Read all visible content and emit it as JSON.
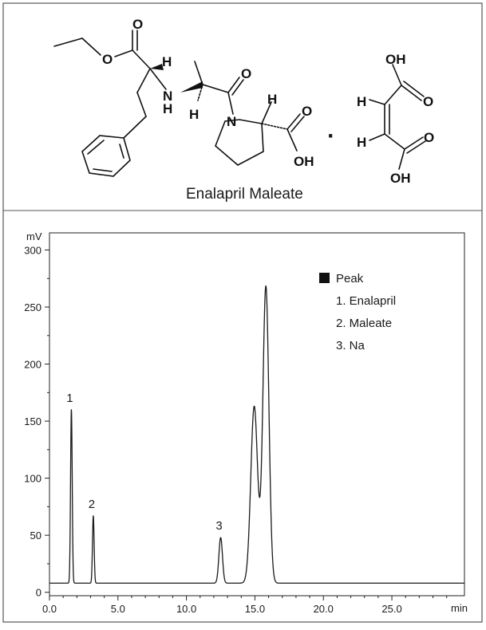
{
  "structure": {
    "compound_name": "Enalapril Maleate",
    "separator_dot": "·",
    "atoms": {
      "o_ester_carbonyl": "O",
      "o_ester": "O",
      "h_alpha1": "H",
      "n_amine": "N",
      "h_amine": "H",
      "h_alpha2": "H",
      "o_amide": "O",
      "n_pro": "N",
      "h_pro": "H",
      "o_acid": "O",
      "oh_acid": "OH",
      "maleate_oh_top": "OH",
      "maleate_o_top": "O",
      "maleate_h_top": "H",
      "maleate_h_bottom": "H",
      "maleate_o_bottom": "O",
      "maleate_oh_bottom": "OH"
    }
  },
  "chart_data": {
    "type": "line",
    "ylabel": "mV",
    "xlabel": "min",
    "xlim": [
      0,
      30.3
    ],
    "ylim": [
      -3,
      315
    ],
    "x_ticks": [
      0.0,
      5.0,
      10.0,
      15.0,
      20.0,
      25.0
    ],
    "x_tick_labels": [
      "0.0",
      "5.0",
      "10.0",
      "15.0",
      "20.0",
      "25.0"
    ],
    "y_ticks": [
      0,
      50,
      100,
      150,
      200,
      250,
      300
    ],
    "y_tick_labels": [
      "0",
      "50",
      "100",
      "150",
      "200",
      "250",
      "300"
    ],
    "baseline": 8,
    "peaks": [
      {
        "x": 1.6,
        "y": 160,
        "width": 0.06,
        "label": "1"
      },
      {
        "x": 3.2,
        "y": 67,
        "width": 0.06,
        "label": "2"
      },
      {
        "x": 12.5,
        "y": 48,
        "width": 0.13,
        "label": "3"
      },
      {
        "x": 14.95,
        "y": 163,
        "width": 0.25
      },
      {
        "x": 15.8,
        "y": 268,
        "width": 0.22
      }
    ],
    "legend": {
      "title": "Peak",
      "items": [
        "1. Enalapril",
        "2. Maleate",
        "3. Na"
      ],
      "placement": "top-right"
    },
    "grid": false
  }
}
